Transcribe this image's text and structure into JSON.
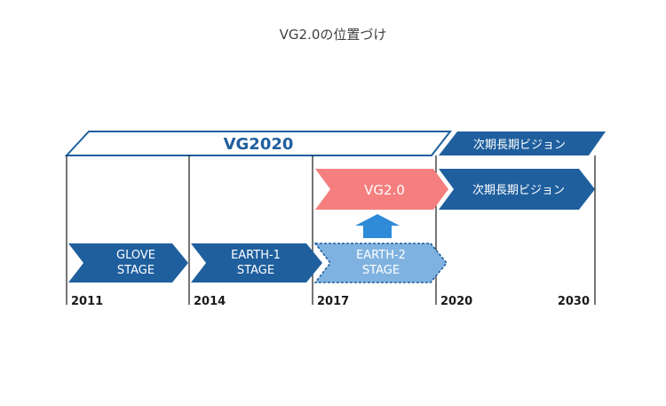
{
  "title": "VG2.0の位置づけ",
  "banner": {
    "vg2020": "VG2020",
    "next_top": "次期長期ビジョン",
    "next_mid": "次期長期ビジョン",
    "vg20": "VG2.0"
  },
  "stages": [
    {
      "line1": "GLOVE",
      "line2": "STAGE"
    },
    {
      "line1": "EARTH-1",
      "line2": "STAGE"
    },
    {
      "line1": "EARTH-2",
      "line2": "STAGE"
    }
  ],
  "years": [
    "2011",
    "2014",
    "2017",
    "2020",
    "2030"
  ],
  "colors": {
    "blue": "#1f5f9e",
    "pink": "#f57f7f",
    "light_blue": "#7fb2e0",
    "up_arrow": "#2f8ad8",
    "text_dark": "#1a1a1a"
  }
}
